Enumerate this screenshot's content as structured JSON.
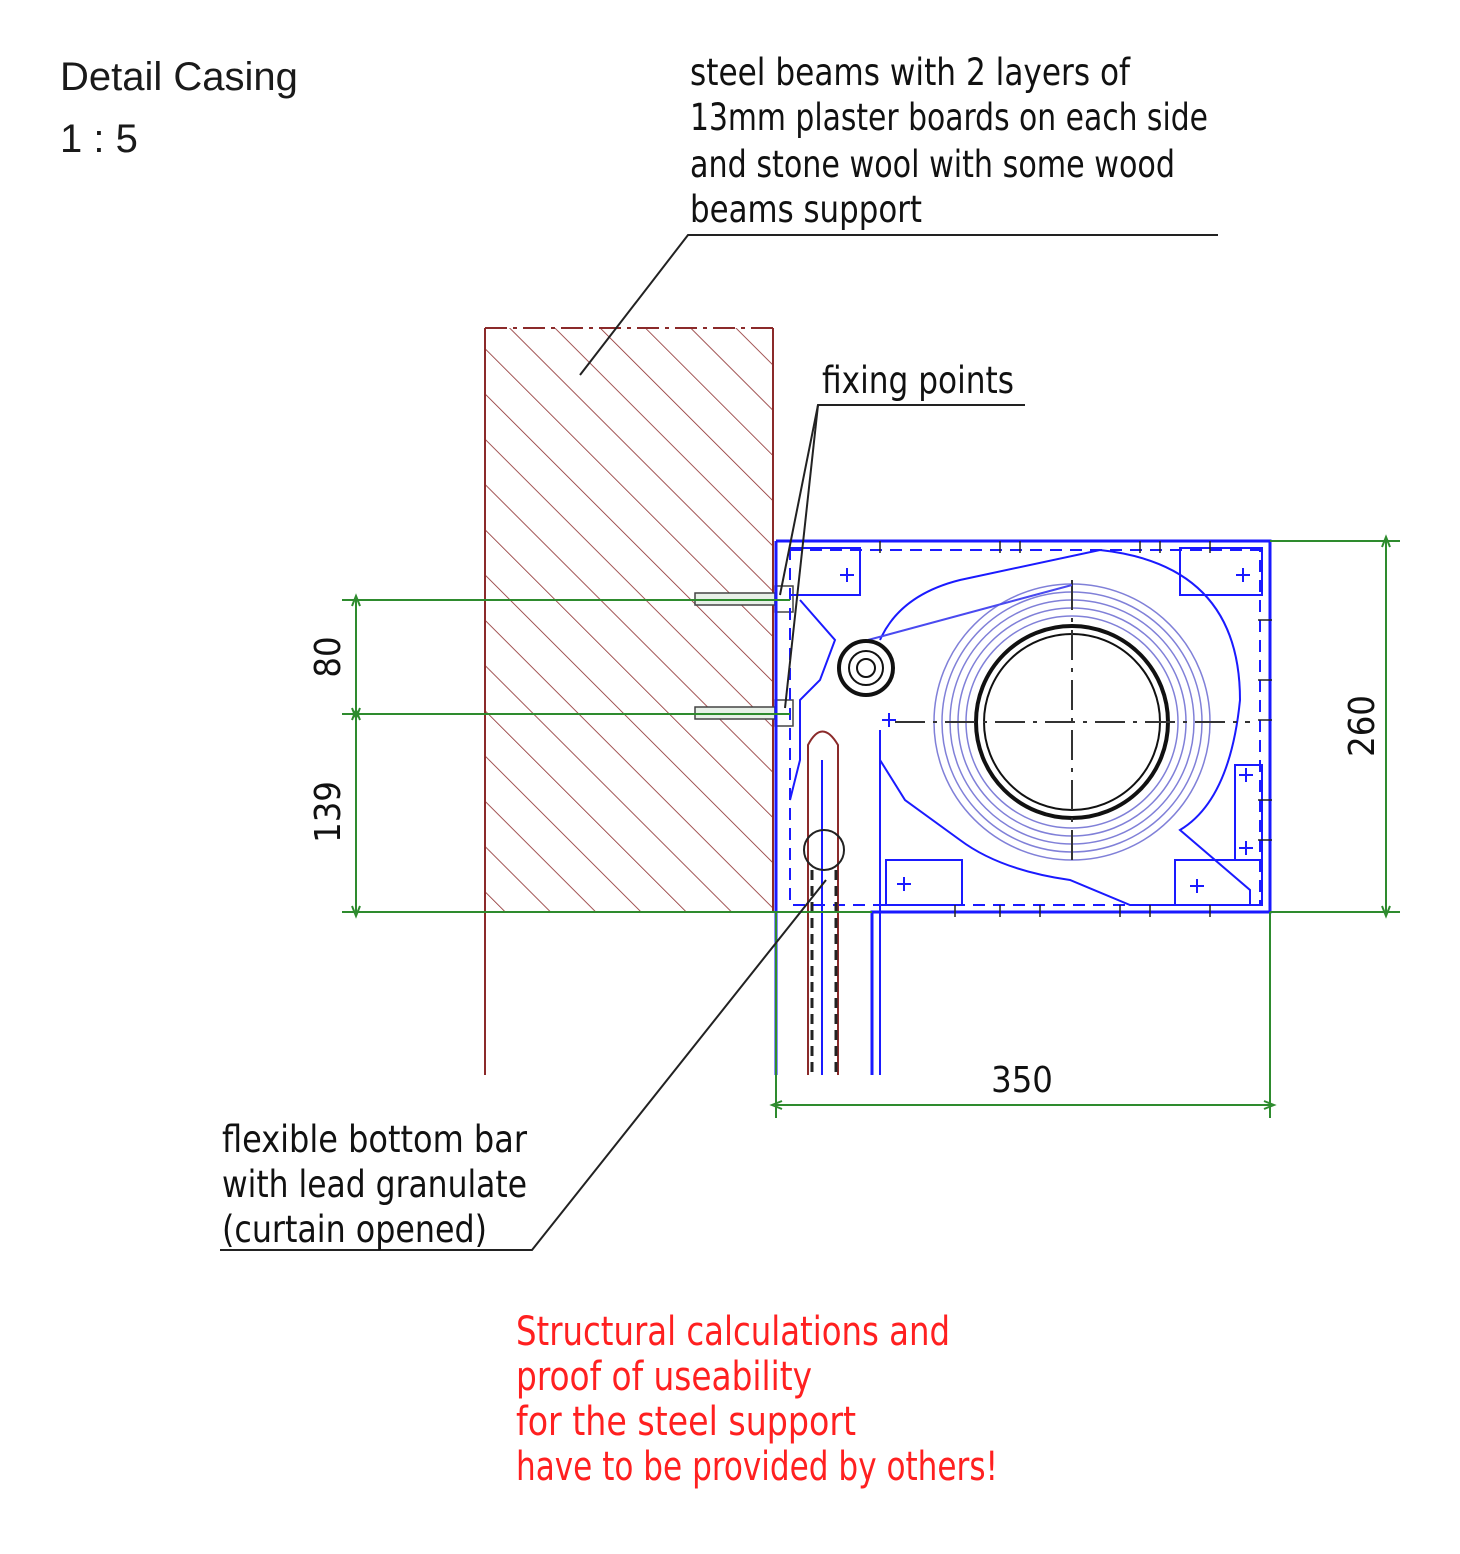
{
  "header": {
    "title": "Detail Casing",
    "scale": "1 : 5"
  },
  "notes": {
    "wall": [
      "steel beams with 2 layers of",
      "13mm plaster boards on each side",
      "and stone wool with some wood",
      "beams support"
    ],
    "fixing": "fixing points",
    "bottom_bar": [
      "flexible bottom bar",
      "with lead granulate",
      "(curtain opened)"
    ]
  },
  "dimensions": {
    "upper_spacing": "80",
    "lower_spacing": "139",
    "casing_height": "260",
    "casing_width": "350"
  },
  "warning": [
    "Structural calculations and",
    "proof of useability",
    "for the steel support",
    "have to be provided by others!"
  ],
  "colors": {
    "wall": "#8b2a2a",
    "casing": "#1a1aff",
    "dimension": "#2e8b2e",
    "coil": "#8080d8",
    "warning": "#ff2020",
    "leader": "#222222"
  }
}
